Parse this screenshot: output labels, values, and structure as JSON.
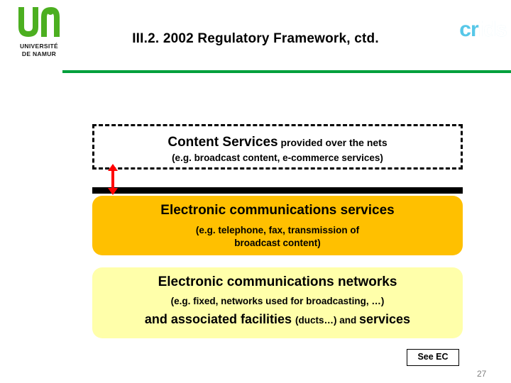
{
  "header": {
    "title": "III.2. 2002 Regulatory Framework, ctd.",
    "university_logo_line1": "UNIVERSITÉ",
    "university_logo_line2": "DE NAMUR",
    "crids_logo_part1": "cr",
    "crids_logo_part2": "ids",
    "rule_color": "#00a03c"
  },
  "diagram": {
    "content_services": {
      "title_main": "Content Services",
      "title_suffix": " provided over the nets",
      "subtitle": "(e.g. broadcast content, e-commerce services)",
      "border_style": "dashed",
      "fill_color": "#ffffff"
    },
    "separator_bar_color": "#000000",
    "arrow": {
      "name": "double-headed-vertical-arrow",
      "color": "#ff0000"
    },
    "electronic_communications_services": {
      "title": "Electronic communications services",
      "subtitle_line1": "(e.g. telephone, fax, transmission of",
      "subtitle_line2": "broadcast content)",
      "fill_color": "#ffc000"
    },
    "electronic_communications_networks": {
      "title": "Electronic communications networks",
      "subtitle": "(e.g. fixed, networks used for broadcasting, …)",
      "line3_part1": "and associated facilities ",
      "line3_part2": "(ducts…) and ",
      "line3_part3": "services",
      "fill_color": "#ffffaa"
    }
  },
  "footer": {
    "see_ec_label": "See EC",
    "page_number": "27"
  }
}
